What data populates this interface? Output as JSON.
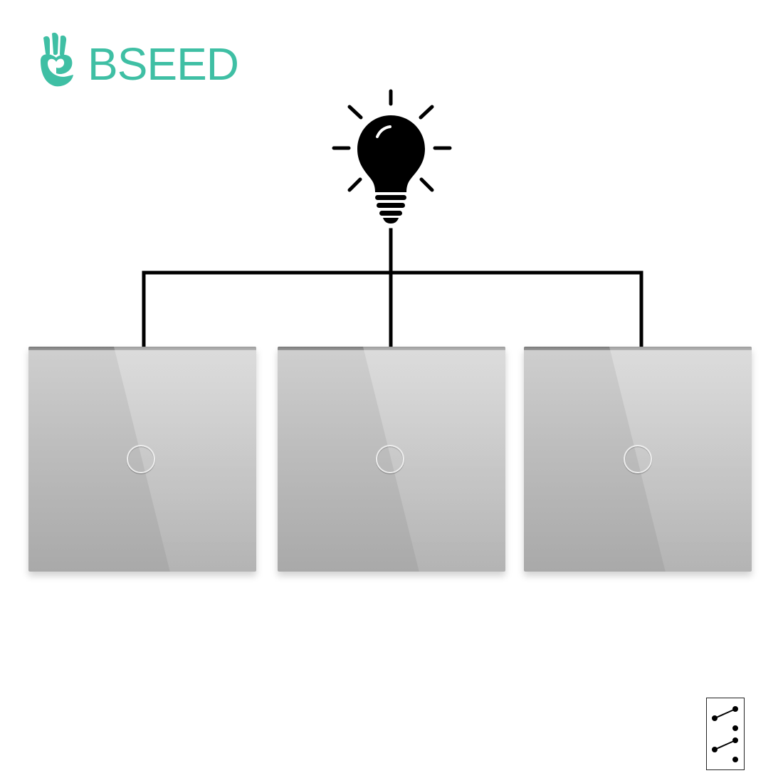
{
  "brand": {
    "name": "BSEED",
    "color": "#3fbfa4",
    "logo_icon": "bseed-hand-logo-icon"
  },
  "diagram": {
    "lamp_icon": "light-bulb-icon",
    "wire_color": "#000000",
    "switch_count": 3,
    "switches": [
      {
        "icon": "touch-button-icon",
        "gangs": 1
      },
      {
        "icon": "touch-button-icon",
        "gangs": 1
      },
      {
        "icon": "touch-button-icon",
        "gangs": 1
      }
    ],
    "panel_color": "#bdbdbd",
    "wiring_symbol": "two-way-switch-symbol-icon"
  }
}
